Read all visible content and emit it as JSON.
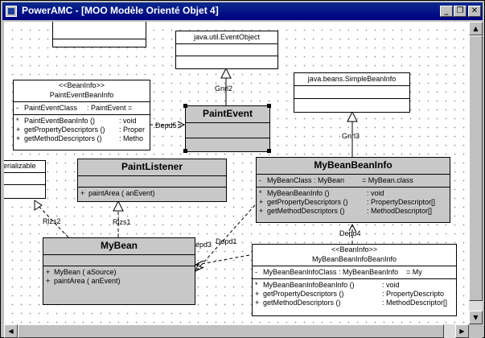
{
  "window": {
    "title": "PowerAMC - [MOO Modèle Orienté Objet 4]",
    "minimize_glyph": "_",
    "restore_glyph": "❐",
    "close_glyph": "✕"
  },
  "scrollbars": {
    "up": "▲",
    "down": "▼",
    "left": "◀",
    "right": "▶"
  },
  "classes": {
    "top_box": {
      "name": ""
    },
    "event_object": {
      "name": "java.util.EventObject"
    },
    "simple_bean_info": {
      "name": "java.beans.SimpleBeanInfo"
    },
    "paint_event_bean_info": {
      "stereotype": "<<BeanInfo>>",
      "name": "PaintEventBeanInfo",
      "attributes": [
        {
          "vis": "-",
          "name": "PaintEventClass",
          "type": ": PaintEvent   ="
        }
      ],
      "operations": [
        {
          "vis": "*",
          "name": "PaintEventBeanInfo ()",
          "type": ": void"
        },
        {
          "vis": "+",
          "name": "getPropertyDescriptors ()",
          "type": ": Proper"
        },
        {
          "vis": "+",
          "name": "getMethodDescriptors ()",
          "type": ": Metho"
        }
      ]
    },
    "paint_event": {
      "name": "PaintEvent"
    },
    "serializable": {
      "name": "erializable"
    },
    "paint_listener": {
      "name": "PaintListener",
      "operations": [
        {
          "vis": "+",
          "name": "paintArea ( anEvent)",
          "type": ""
        }
      ]
    },
    "my_bean_bean_info": {
      "name": "MyBeanBeanInfo",
      "attributes": [
        {
          "vis": "-",
          "name": "MyBeanClass  : MyBean",
          "type": "= MyBean.class"
        }
      ],
      "operations": [
        {
          "vis": "*",
          "name": "MyBeanBeanInfo ()",
          "type": ": void"
        },
        {
          "vis": "+",
          "name": "getPropertyDescriptors ()",
          "type": ": PropertyDescriptor[]"
        },
        {
          "vis": "+",
          "name": "getMethodDescriptors ()",
          "type": ": MethodDescriptor[]"
        }
      ]
    },
    "my_bean": {
      "name": "MyBean",
      "operations": [
        {
          "vis": "+",
          "name": "MyBean ( aSource)",
          "type": ""
        },
        {
          "vis": "+",
          "name": "paintArea ( anEvent)",
          "type": ""
        }
      ]
    },
    "my_bean_bean_info_bean_info": {
      "stereotype": "<<BeanInfo>>",
      "name": "MyBeanBeanInfoBeanInfo",
      "attributes": [
        {
          "vis": "-",
          "name": "MyBeanBeanInfoClass  : MyBeanBeanInfo",
          "type": "= My"
        }
      ],
      "operations": [
        {
          "vis": "*",
          "name": "MyBeanBeanInfoBeanInfo ()",
          "type": ": void"
        },
        {
          "vis": "+",
          "name": "getPropertyDescriptors ()",
          "type": ": PropertyDescripto"
        },
        {
          "vis": "+",
          "name": "getMethodDescriptors ()",
          "type": ": MethodDescriptor[]"
        }
      ]
    }
  },
  "links": {
    "gnrl2": "Gnrl2",
    "gnrl3": "Gnrl3",
    "depd5": "Depd5",
    "rlzs1": "Rlzs1",
    "rlzs2": "Rlzs2",
    "depd4": "Depd4",
    "depd1": "Depd1",
    "depd3": "epd3"
  }
}
